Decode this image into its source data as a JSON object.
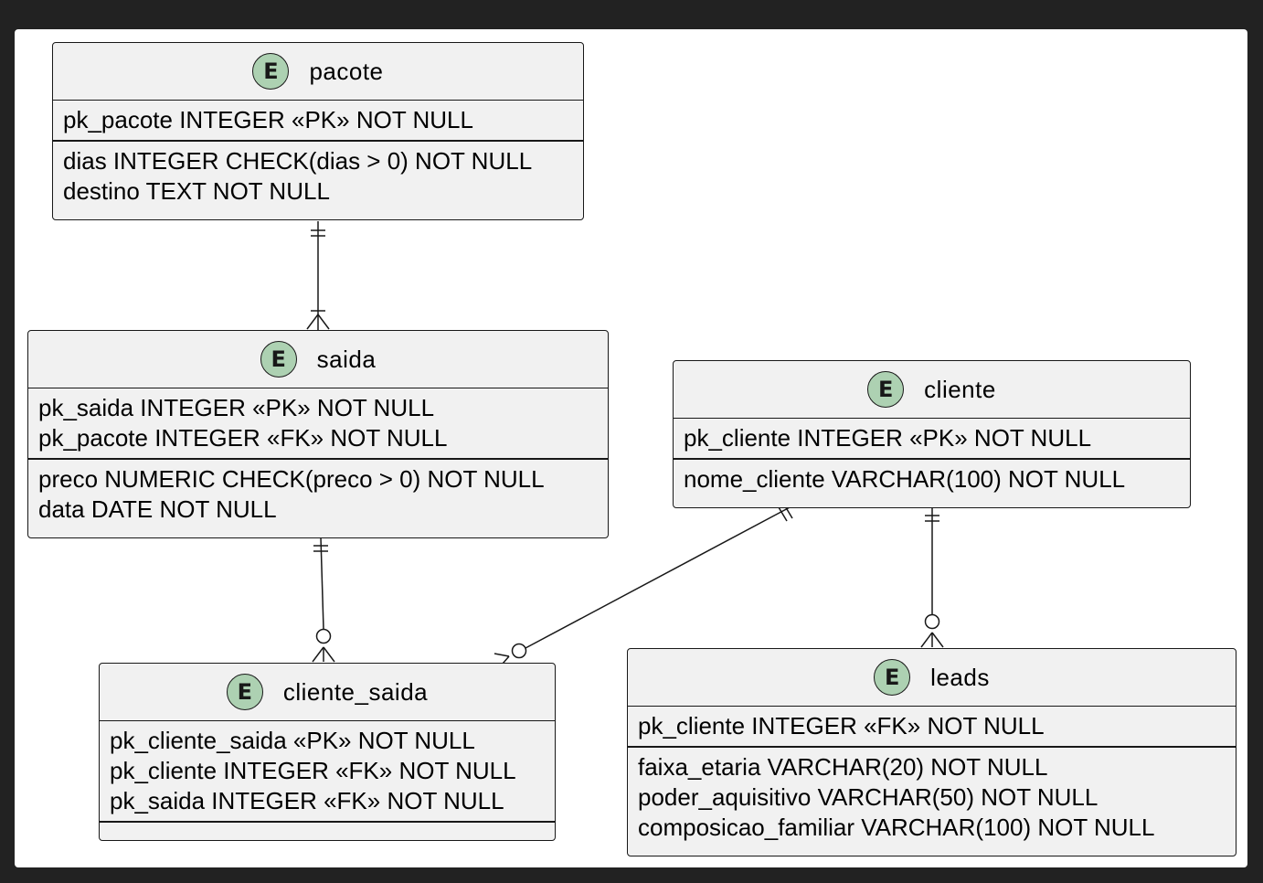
{
  "entities": {
    "pacote": {
      "name": "pacote",
      "badge": "E",
      "keys": [
        "pk_pacote INTEGER «PK» NOT NULL"
      ],
      "attrs": [
        "dias INTEGER CHECK(dias > 0) NOT NULL",
        "destino TEXT NOT NULL"
      ]
    },
    "saida": {
      "name": "saida",
      "badge": "E",
      "keys": [
        "pk_saida INTEGER «PK» NOT NULL",
        "pk_pacote INTEGER «FK» NOT NULL"
      ],
      "attrs": [
        "preco NUMERIC CHECK(preco > 0) NOT NULL",
        "data DATE NOT NULL"
      ]
    },
    "cliente": {
      "name": "cliente",
      "badge": "E",
      "keys": [
        "pk_cliente INTEGER «PK» NOT NULL"
      ],
      "attrs": [
        "nome_cliente VARCHAR(100) NOT NULL"
      ]
    },
    "cliente_saida": {
      "name": "cliente_saida",
      "badge": "E",
      "keys": [
        "pk_cliente_saida «PK» NOT NULL",
        "pk_cliente INTEGER «FK» NOT NULL",
        "pk_saida INTEGER «FK» NOT NULL"
      ],
      "attrs": []
    },
    "leads": {
      "name": "leads",
      "badge": "E",
      "keys": [
        "pk_cliente INTEGER «FK» NOT NULL"
      ],
      "attrs": [
        "faixa_etaria VARCHAR(20) NOT NULL",
        "poder_aquisitivo VARCHAR(50) NOT NULL",
        "composicao_familiar VARCHAR(100) NOT NULL"
      ]
    }
  },
  "relationships": [
    {
      "from": "pacote",
      "to": "saida",
      "from_end": "exactly-one",
      "to_end": "one-or-many"
    },
    {
      "from": "saida",
      "to": "cliente_saida",
      "from_end": "exactly-one",
      "to_end": "zero-or-many"
    },
    {
      "from": "cliente",
      "to": "cliente_saida",
      "from_end": "exactly-one",
      "to_end": "zero-or-many"
    },
    {
      "from": "cliente",
      "to": "leads",
      "from_end": "exactly-one",
      "to_end": "zero-or-many"
    }
  ],
  "colors": {
    "entity_fill": "#f1f1f1",
    "badge_fill": "#add1b2",
    "line": "#181818",
    "frame": "#222222"
  }
}
